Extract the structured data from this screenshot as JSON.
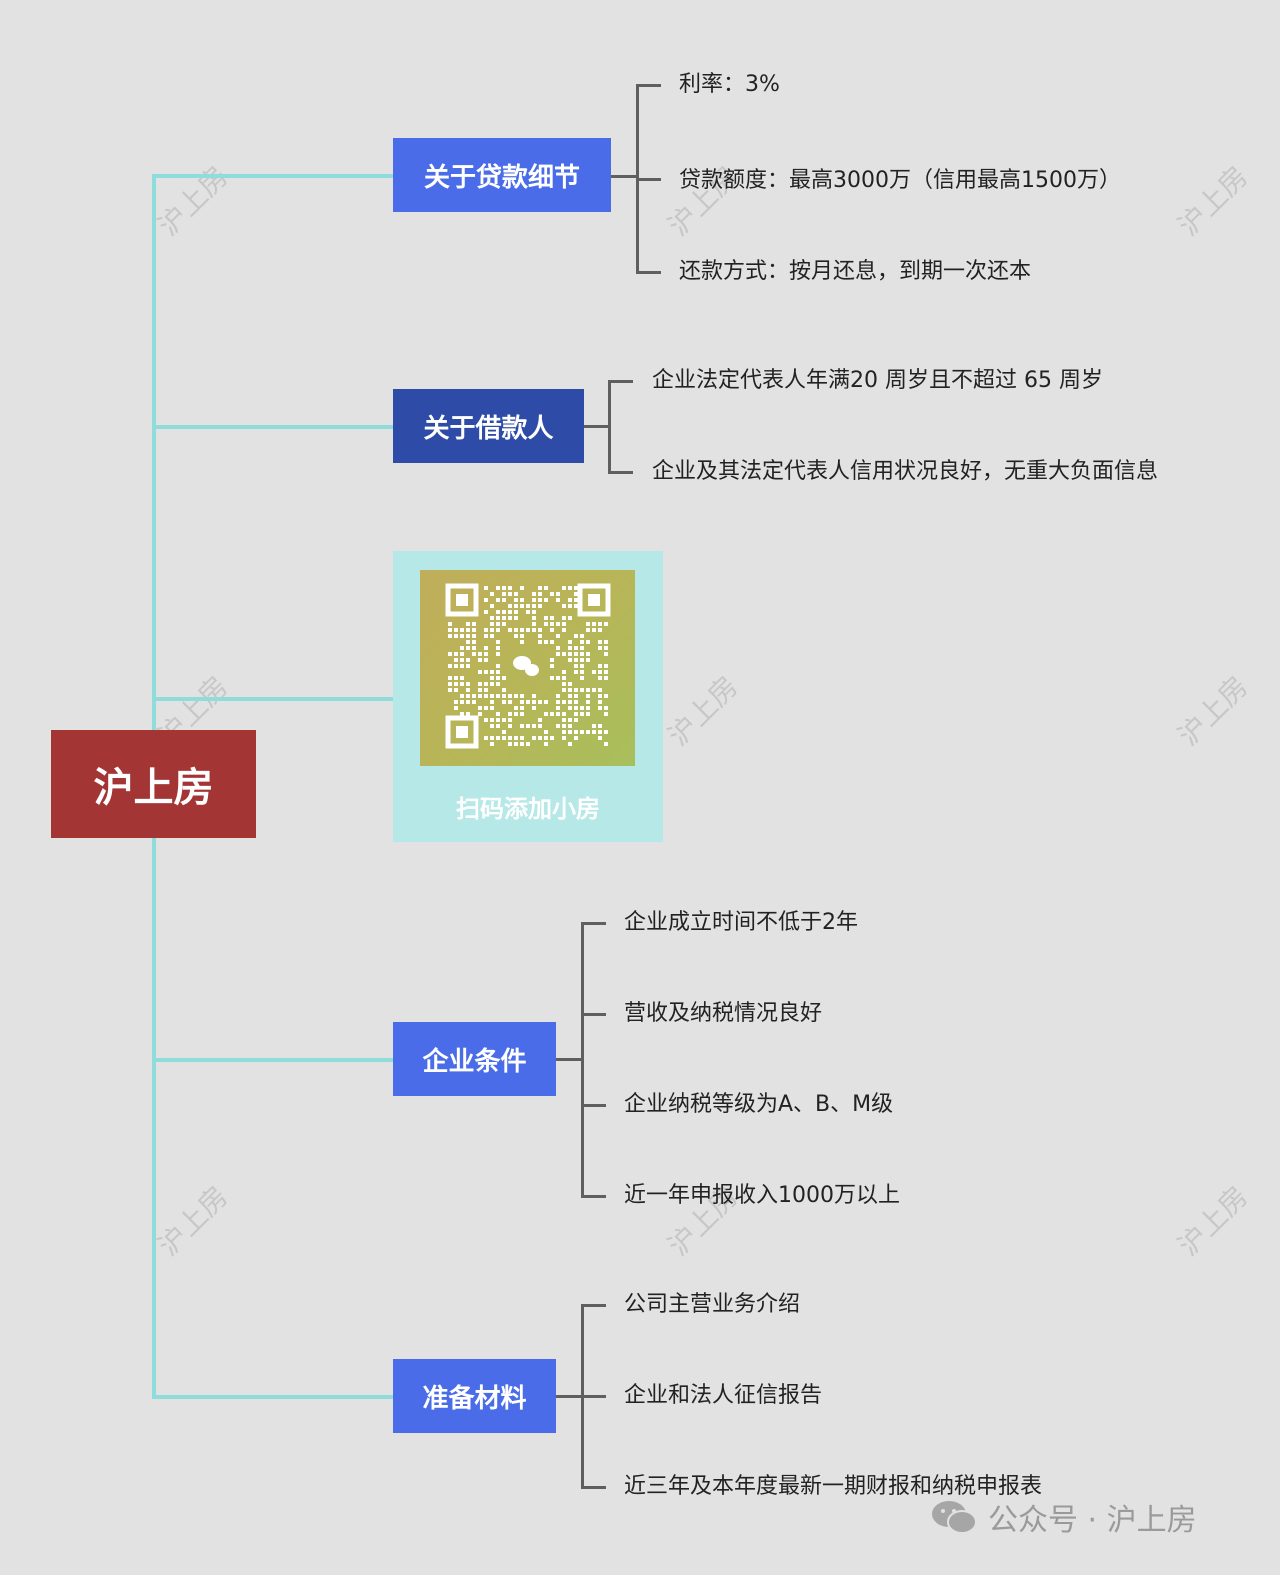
{
  "root": {
    "label": "沪上房"
  },
  "branches": [
    {
      "label": "关于贷款细节",
      "color": "#4a6ce8",
      "items": [
        "利率：3%",
        "贷款额度：最高3000万（信用最高1500万）",
        "还款方式：按月还息，到期一次还本"
      ]
    },
    {
      "label": "关于借款人",
      "color": "#2f4ba8",
      "items": [
        "企业法定代表人年满20 周岁且不超过 65 周岁",
        "企业及其法定代表人信用状况良好，无重大负面信息"
      ]
    },
    {
      "label": "企业条件",
      "color": "#4a6ce8",
      "items": [
        "企业成立时间不低于2年",
        "营收及纳税情况良好",
        "企业纳税等级为A、B、M级",
        "近一年申报收入1000万以上"
      ]
    },
    {
      "label": "准备材料",
      "color": "#4a6ce8",
      "items": [
        "公司主营业务介绍",
        "企业和法人征信报告",
        "近三年及本年度最新一期财报和纳税申报表"
      ]
    }
  ],
  "qr": {
    "caption": "扫码添加小房",
    "icon": "wechat-icon"
  },
  "watermark": "沪上房",
  "footer": {
    "icon": "wechat-icon",
    "text": "公众号 · 沪上房"
  }
}
